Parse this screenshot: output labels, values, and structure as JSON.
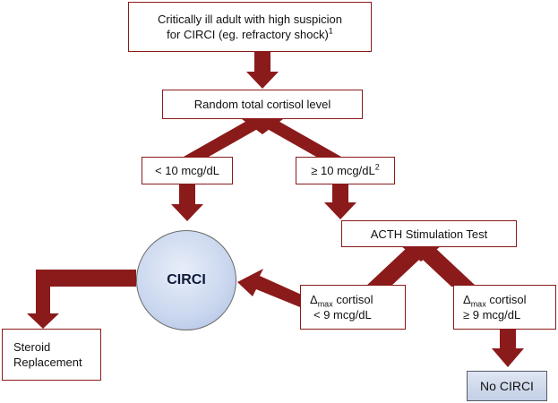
{
  "colors": {
    "arrow": "#8b1a1a",
    "box_border": "#8b1a1a",
    "circle_fill": "#c9d6ee",
    "no_circi_fill": "#d2dbee"
  },
  "nodes": {
    "start": {
      "line1": "Critically ill adult with high suspicion",
      "line2": "for CIRCI (eg. refractory shock)",
      "sup": "1"
    },
    "random_cortisol": {
      "label": "Random total cortisol level"
    },
    "low_cortisol": {
      "label": "< 10 mcg/dL"
    },
    "high_cortisol": {
      "label": "≥ 10 mcg/dL",
      "sup": "2"
    },
    "acth_test": {
      "label": "ACTH Stimulation Test"
    },
    "delta_low": {
      "delta": "Δ",
      "sub": "max",
      "rest": " cortisol",
      "line2": "< 9 mcg/dL"
    },
    "delta_high": {
      "delta": "Δ",
      "sub": "max",
      "rest": " cortisol",
      "line2": "≥ 9 mcg/dL"
    },
    "circi": {
      "label": "CIRCI"
    },
    "steroid": {
      "line1": "Steroid",
      "line2": "Replacement"
    },
    "no_circi": {
      "label": "No CIRCI"
    }
  }
}
